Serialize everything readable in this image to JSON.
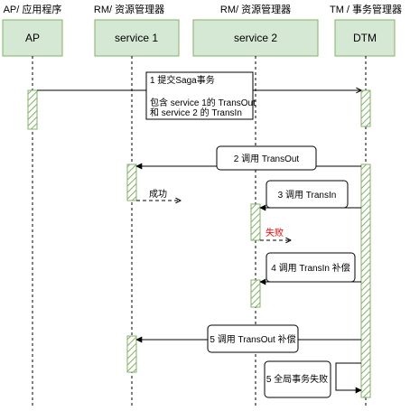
{
  "colors": {
    "participant_fill": "#d5e8d4",
    "participant_stroke": "#82b366",
    "line": "#000000",
    "error_text": "#ff0000",
    "background": "#ffffff"
  },
  "participants": [
    {
      "role": "AP/ 应用程序",
      "name": "AP"
    },
    {
      "role": "RM/ 资源管理器",
      "name": "service 1"
    },
    {
      "role": "RM/ 资源管理器",
      "name": "service 2"
    },
    {
      "role": "TM / 事务管理器",
      "name": "DTM"
    }
  ],
  "messages": {
    "m1": {
      "line1": "1 提交Saga事务",
      "line2": "包含 service 1的 TransOut",
      "line3": "和     service 2 的 TransIn"
    },
    "m2": "2 调用 TransOut",
    "m2_reply": "成功",
    "m3": "3 调用 TransIn",
    "m3_reply": "失败",
    "m4": "4 调用 TransIn 补偿",
    "m5": "5 调用 TransOut 补偿",
    "m6": "5 全局事务失败"
  }
}
